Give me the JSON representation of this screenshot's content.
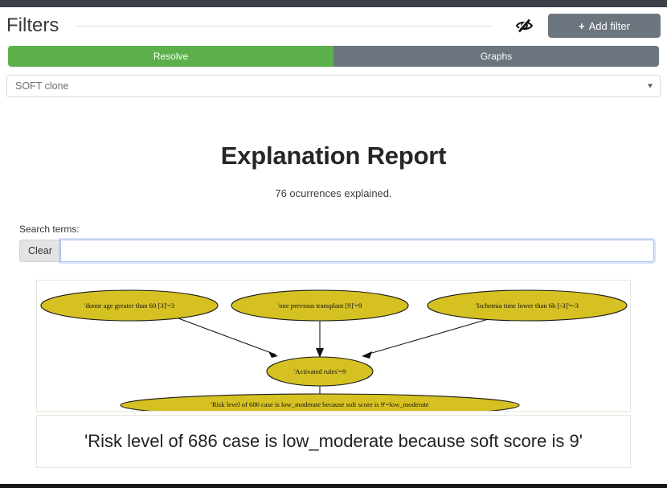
{
  "filters": {
    "title": "Filters",
    "toggle_visibility_icon": "eye-slash-icon",
    "add_filter_label": "Add filter",
    "add_filter_plus": "+"
  },
  "tabs": [
    {
      "label": "Resolve",
      "active": true
    },
    {
      "label": "Graphs",
      "active": false
    }
  ],
  "dataset_select": {
    "value": "SOFT clone",
    "caret_icon": "chevron-down-icon"
  },
  "report": {
    "title": "Explanation Report",
    "subtitle": "76 ocurrences explained."
  },
  "search": {
    "label": "Search terms:",
    "clear_label": "Clear",
    "value": "",
    "placeholder": ""
  },
  "graph": {
    "nodes": [
      {
        "id": "donor",
        "label": "'donor age greater than 60   [3]'=3"
      },
      {
        "id": "transplant",
        "label": "'one previous transplant      [9]'=9"
      },
      {
        "id": "ischemia",
        "label": "'Ischemia time lower than 6h    [-3]'=-3"
      },
      {
        "id": "activated",
        "label": "'Activated rules'=9"
      },
      {
        "id": "risk",
        "label": "'Risk level of 686 case is low_moderate because soft score is 9'=low_moderate"
      }
    ],
    "edges": [
      {
        "from": "donor",
        "to": "activated"
      },
      {
        "from": "transplant",
        "to": "activated"
      },
      {
        "from": "ischemia",
        "to": "activated"
      },
      {
        "from": "activated",
        "to": "risk"
      }
    ]
  },
  "conclusion": {
    "text": "'Risk level of 686 case is low_moderate because soft score is 9'"
  },
  "colors": {
    "tab_active": "#5cb04c",
    "tab_inactive": "#6c757d",
    "node_fill": "#d6c123",
    "chrome": "#3c4049"
  }
}
